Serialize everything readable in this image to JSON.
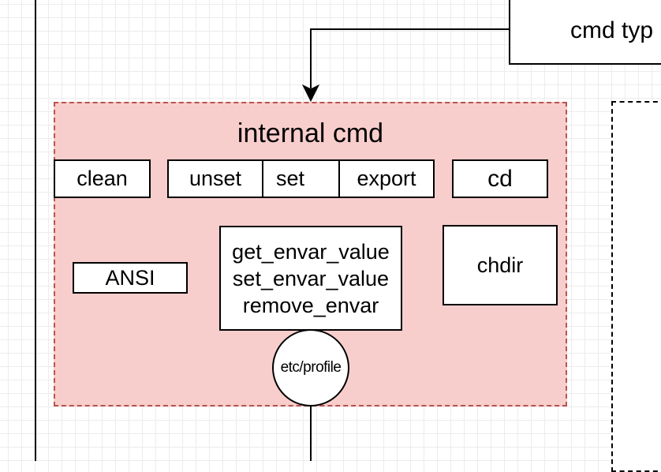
{
  "colors": {
    "group_fill": "#f8cecc",
    "group_border": "#b85450",
    "line": "#000000",
    "grid": "#ececec"
  },
  "top_node": {
    "label": "cmd typ"
  },
  "internal_group": {
    "title": "internal cmd",
    "nodes": {
      "clean": "clean",
      "unset": "unset",
      "set": "set",
      "export": "export",
      "cd": "cd",
      "ansi": "ANSI",
      "envar_funcs": [
        "get_envar_value",
        "set_envar_value",
        "remove_envar"
      ],
      "chdir": "chdir",
      "profile": "etc/profile"
    }
  }
}
